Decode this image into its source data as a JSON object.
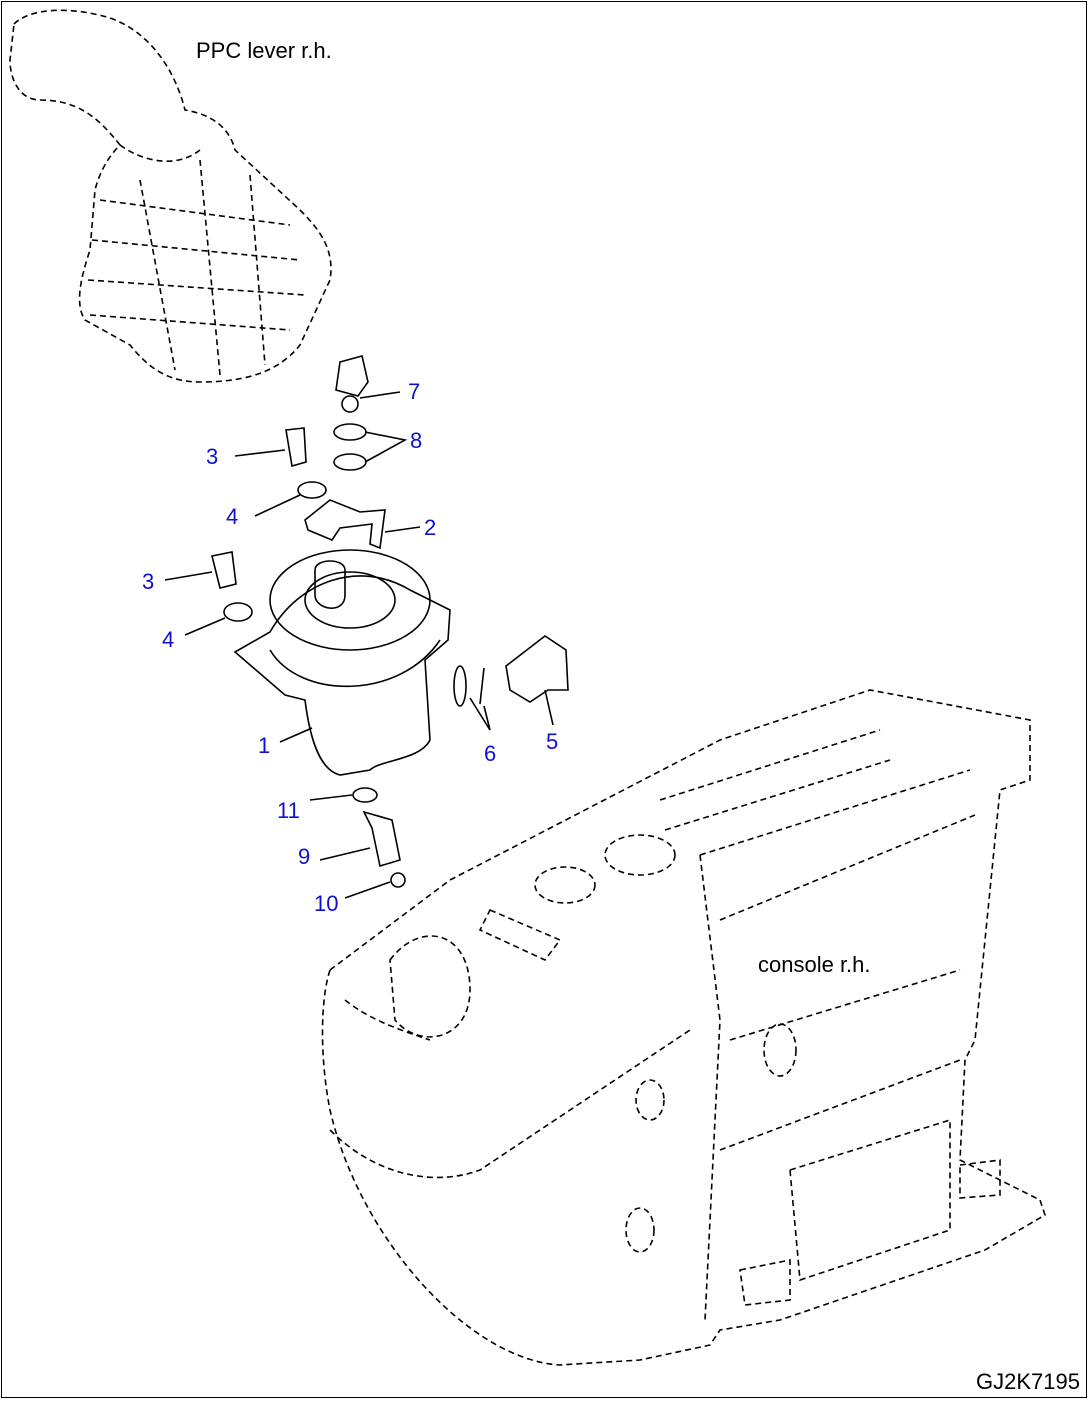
{
  "labels": {
    "ppc_lever": "PPC lever r.h.",
    "console": "console r.h.",
    "drawing_code": "GJ2K7195"
  },
  "callouts": [
    "7",
    "8",
    "3",
    "4",
    "2",
    "3",
    "4",
    "1",
    "6",
    "5",
    "11",
    "9",
    "10"
  ],
  "colors": {
    "callout": "#1010d0",
    "line": "#000000"
  }
}
